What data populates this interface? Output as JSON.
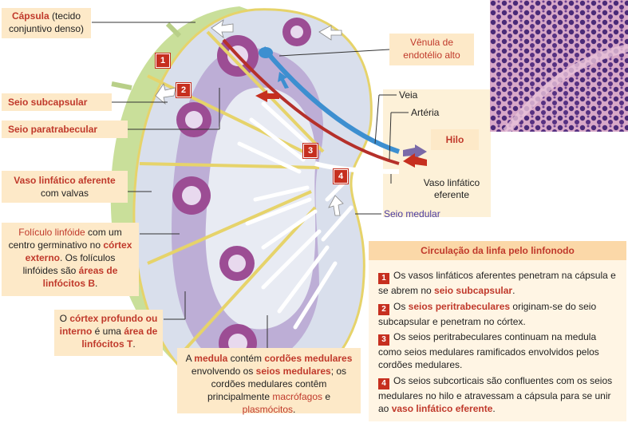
{
  "labels": {
    "capsula": {
      "highlight": "Cápsula",
      "rest": " (tecido conjuntivo denso)"
    },
    "venula": {
      "text": "Vênula de endotélio alto"
    },
    "seio_subcapsular": "Seio subcapsular",
    "seio_paratrabecular": "Seio paratrabecular",
    "veia": "Veia",
    "arteria": "Artéria",
    "hilo": "Hilo",
    "vaso_aferente": {
      "highlight": "Vaso linfático aferente",
      "rest": " com valvas"
    },
    "vaso_eferente": "Vaso linfático eferente",
    "seio_medular": "Seio medular",
    "foliculo": {
      "p1": "Folículo linfóide",
      "p2": " com um centro germinativo no ",
      "p3": "córtex externo",
      "p4": ". Os folículos linfóides são ",
      "p5": "áreas de linfócitos B",
      "p6": "."
    },
    "cortex": {
      "p1": "O ",
      "p2": "córtex profundo ou interno",
      "p3": " é uma ",
      "p4": "área de linfócitos T",
      "p5": "."
    },
    "medula": {
      "p1": "A ",
      "p2": "medula",
      "p3": " contém ",
      "p4": "cordões medulares",
      "p5": " envolvendo os ",
      "p6": "seios medulares",
      "p7": "; os cordões medulares contêm principalmente ",
      "p8": "macrófagos",
      "p9": " e ",
      "p10": "plasmócitos",
      "p11": "."
    }
  },
  "markers": [
    "1",
    "2",
    "3",
    "4"
  ],
  "legend": {
    "title": "Circulação da linfa pelo linfonodo",
    "items": [
      {
        "n": "1",
        "a": "Os vasos linfáticos aferentes penetram na cápsula e se abrem no ",
        "b": "seio subcapsular",
        "c": "."
      },
      {
        "n": "2",
        "a": "Os ",
        "b": "seios peritrabeculares",
        "c": " originam-se do seio subcapsular e penetram no córtex."
      },
      {
        "n": "3",
        "a": "Os seios peritrabeculares continuam na medula como seios medulares ramificados envolvidos pelos cordões medulares.",
        "b": "",
        "c": ""
      },
      {
        "n": "4",
        "a": "Os seios subcorticais são confluentes com os seios medulares no hilo e atravessam a cápsula para se unir ao ",
        "b": "vaso linfático eferente",
        "c": "."
      }
    ]
  },
  "colors": {
    "capsule_green": "#c9df9a",
    "node_blue": "#d9dfec",
    "cortex_purple": "#a58fc4",
    "follicle": "#9c4d94",
    "vein": "#3d8fd0",
    "artery": "#b5302a",
    "accent_red": "#c62f1f",
    "box_bg": "#fde9c8"
  }
}
